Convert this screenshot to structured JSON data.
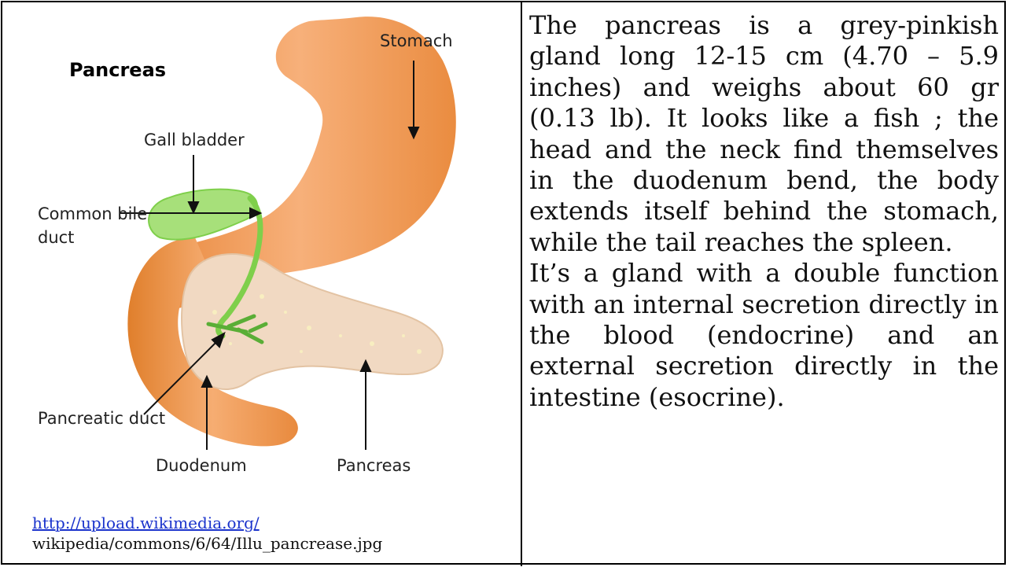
{
  "figure": {
    "title": "Pancreas",
    "labels": {
      "stomach": "Stomach",
      "gall_bladder": "Gall bladder",
      "common_bile_duct_1": "Common bile",
      "common_bile_duct_2": "duct",
      "pancreatic_duct": "Pancreatic duct",
      "duodenum": "Duodenum",
      "pancreas": "Pancreas"
    },
    "colors": {
      "stomach": "#f4a566",
      "stomach_edge": "#e07f2c",
      "pancreas": "#f1d9c2",
      "gall_bladder": "#a7e07a",
      "bile_duct": "#7fcf4b"
    }
  },
  "source": {
    "link": "http://upload.wikimedia.org/",
    "path": "wikipedia/commons/6/64/Illu_pancrease.jpg"
  },
  "description": {
    "paragraph1": "The pancreas is a grey-pinkish gland long 12-15 cm (4.70 – 5.9 inches) and weighs about 60 gr (0.13 lb). It looks like a fish ; the head and the neck find themselves in the duodenum bend, the body extends itself behind the stomach, while the tail reaches the spleen.",
    "paragraph2": "It’s a gland with a double function with an internal secretion directly in the blood (endocrine) and an external secretion directly in the intestine (esocrine)."
  }
}
